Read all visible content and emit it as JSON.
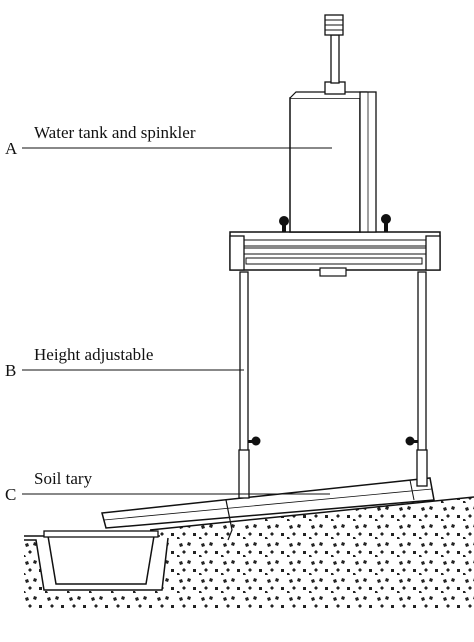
{
  "labels": {
    "a_letter": "A",
    "a_text": "Water tank and spinkler",
    "b_letter": "B",
    "b_text": "Height adjustable",
    "c_letter": "C",
    "c_text": "Soil tary"
  },
  "icons": [
    "water-tank-icon",
    "sprinkler-frame-icon",
    "adjustable-leg-icon",
    "soil-tray-icon",
    "collection-basin-icon",
    "soil-ground-icon"
  ],
  "colors": {
    "line": "#111111",
    "background": "#ffffff"
  }
}
